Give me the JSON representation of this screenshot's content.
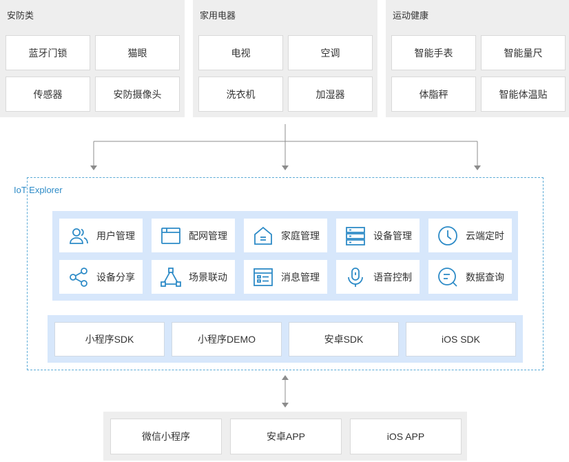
{
  "device_groups": [
    {
      "title": "安防类",
      "items": [
        "蓝牙门锁",
        "猫眼",
        "传感器",
        "安防摄像头"
      ]
    },
    {
      "title": "家用电器",
      "items": [
        "电视",
        "空调",
        "洗衣机",
        "加湿器"
      ]
    },
    {
      "title": "运动健康",
      "items": [
        "智能手表",
        "智能量尺",
        "体脂秤",
        "智能体温贴"
      ]
    }
  ],
  "explorer": {
    "title": "IoT Explorer",
    "features": [
      {
        "label": "用户管理",
        "icon": "users-icon"
      },
      {
        "label": "配网管理",
        "icon": "browser-window-icon"
      },
      {
        "label": "家庭管理",
        "icon": "home-icon"
      },
      {
        "label": "设备管理",
        "icon": "server-icon"
      },
      {
        "label": "云端定时",
        "icon": "clock-icon"
      },
      {
        "label": "设备分享",
        "icon": "share-icon"
      },
      {
        "label": "场景联动",
        "icon": "triangle-nodes-icon"
      },
      {
        "label": "消息管理",
        "icon": "message-list-icon"
      },
      {
        "label": "语音控制",
        "icon": "microphone-icon"
      },
      {
        "label": "数据查询",
        "icon": "search-data-icon"
      }
    ],
    "sdks": [
      "小程序SDK",
      "小程序DEMO",
      "安卓SDK",
      "iOS SDK"
    ]
  },
  "apps": [
    "微信小程序",
    "安卓APP",
    "iOS APP"
  ],
  "colors": {
    "accent": "#2d8bc7",
    "panel_gray": "#eeeeee",
    "panel_blue": "#d7e7fb",
    "connector": "#8c8c8c"
  }
}
